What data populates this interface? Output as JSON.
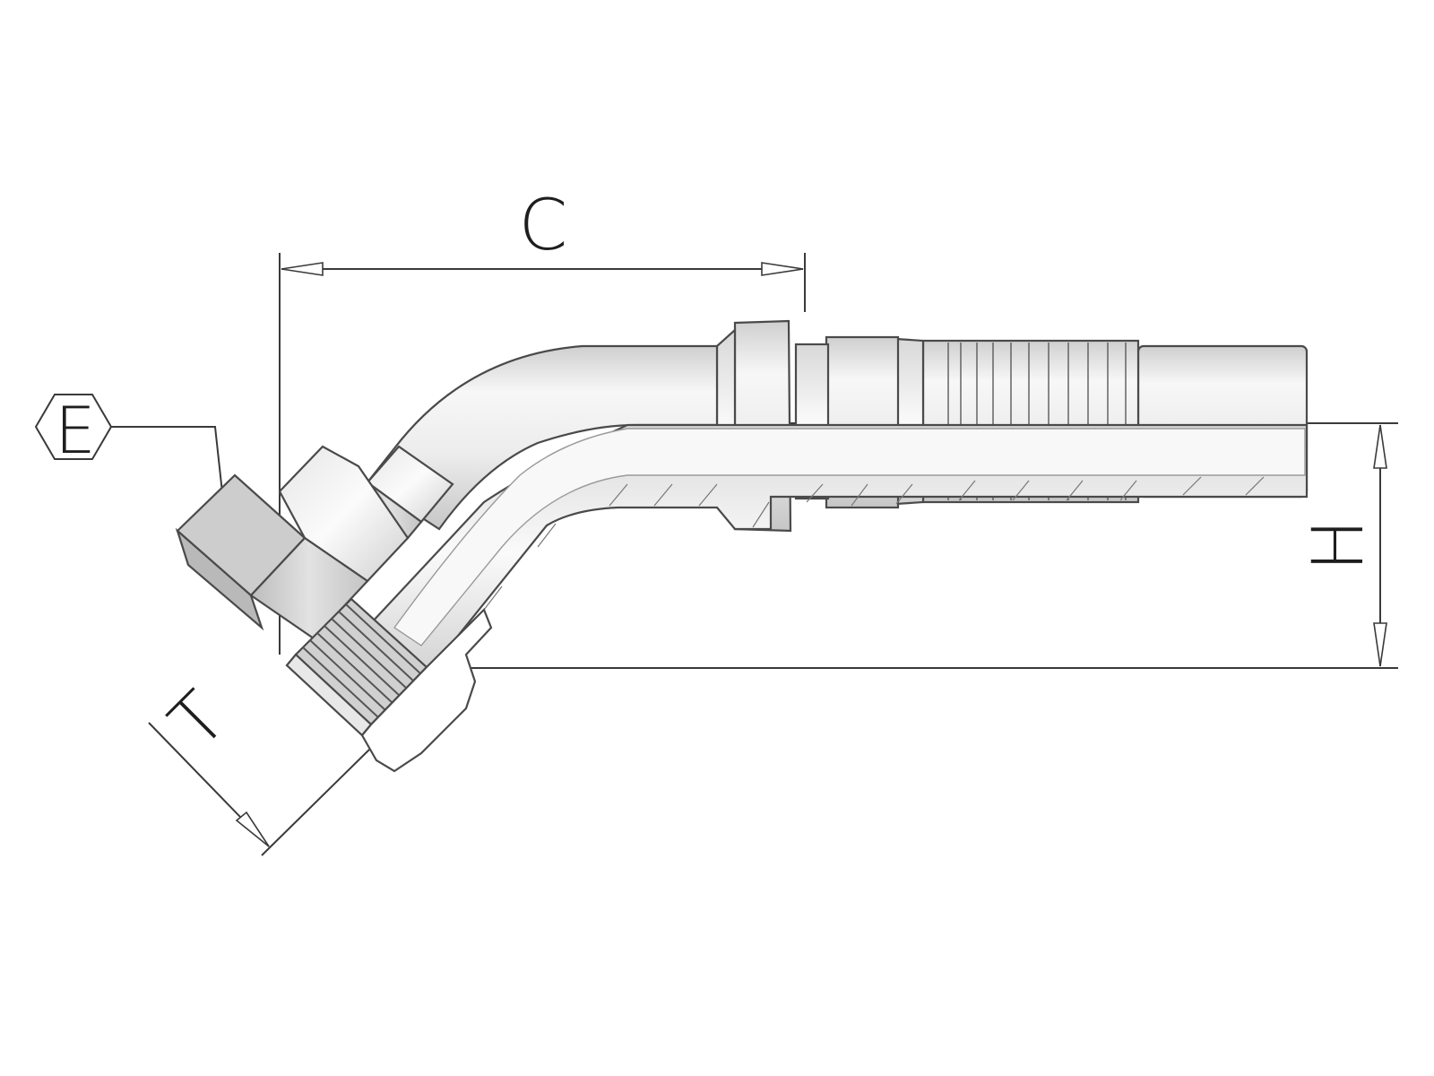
{
  "dimensions": {
    "C": "C",
    "E": "E",
    "H": "H",
    "T": "T"
  },
  "colors": {
    "metal_light": "#f4f4f4",
    "metal_mid": "#d9d9d9",
    "metal_dark": "#bdbdbd",
    "nut_face": "#c8c8c8",
    "line": "#3a3a3a"
  }
}
